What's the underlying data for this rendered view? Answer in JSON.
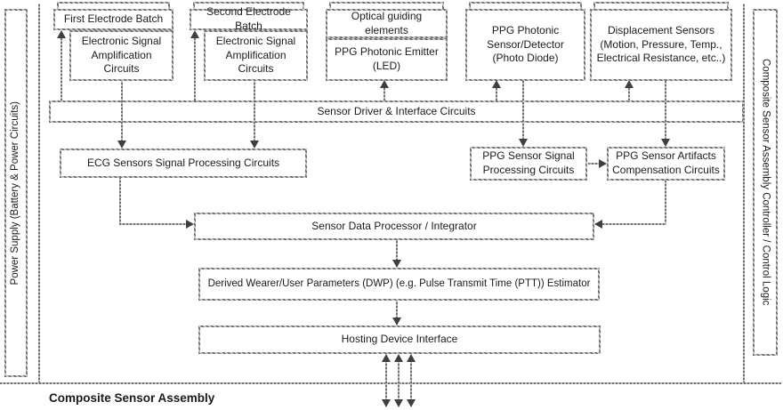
{
  "figure": {
    "power_bar_label": "Power Supply (Battery & Power Circuits)",
    "controller_bar_label": "Composite Sensor Assembly Controller / Control Logic",
    "assembly_label": "Composite Sensor Assembly",
    "boxes": {
      "first_electrode_batch": "First Electrode Batch",
      "first_amplification": "Electronic Signal Amplification Circuits",
      "second_electrode_batch": "Second Electrode Batch",
      "second_amplification": "Electronic Signal Amplification Circuits",
      "optical_guiding": "Optical guiding elements",
      "ppg_emitter": "PPG Photonic Emitter (LED)",
      "ppg_detector": "PPG Photonic Sensor/Detector (Photo Diode)",
      "displacement_sensors": "Displacement Sensors (Motion, Pressure, Temp., Electrical Resistance, etc..)",
      "sensor_driver": "Sensor Driver & Interface Circuits",
      "ecg_processing": "ECG Sensors Signal Processing Circuits",
      "ppg_signal_processing": "PPG Sensor Signal Processing Circuits",
      "ppg_artifacts": "PPG Sensor Artifacts Compensation Circuits",
      "data_processor": "Sensor Data Processor / Integrator",
      "dwp_estimator": "Derived Wearer/User Parameters (DWP) (e.g. Pulse Transmit Time (PTT)) Estimator",
      "hosting_interface": "Hosting Device Interface"
    },
    "colors": {
      "box_border": "#6f6f6f",
      "connector_line": "#6f6f6f",
      "arrowhead": "#3f3f3f",
      "text": "#1b1b1b",
      "background": "#ffffff"
    }
  }
}
